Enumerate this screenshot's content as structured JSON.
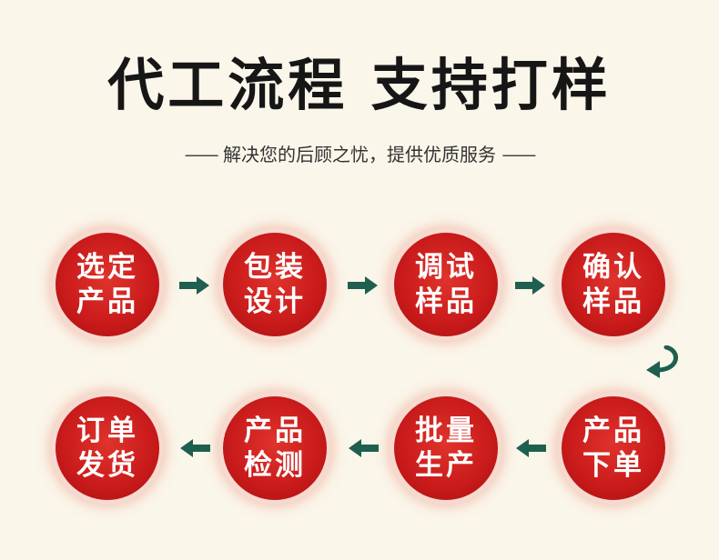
{
  "header": {
    "title": "代工流程 支持打样",
    "subtitle": "解决您的后顾之忧，提供优质服务",
    "dash_left": "——",
    "dash_right": "——"
  },
  "steps": [
    {
      "line1": "选定",
      "line2": "产品"
    },
    {
      "line1": "包装",
      "line2": "设计"
    },
    {
      "line1": "调试",
      "line2": "样品"
    },
    {
      "line1": "确认",
      "line2": "样品"
    },
    {
      "line1": "产品",
      "line2": "下单"
    },
    {
      "line1": "批量",
      "line2": "生产"
    },
    {
      "line1": "产品",
      "line2": "检测"
    },
    {
      "line1": "订单",
      "line2": "发货"
    }
  ],
  "colors": {
    "circle_red": "#c81a1a",
    "arrow_green": "#1f5f4f",
    "background": "#fbf6ea"
  }
}
